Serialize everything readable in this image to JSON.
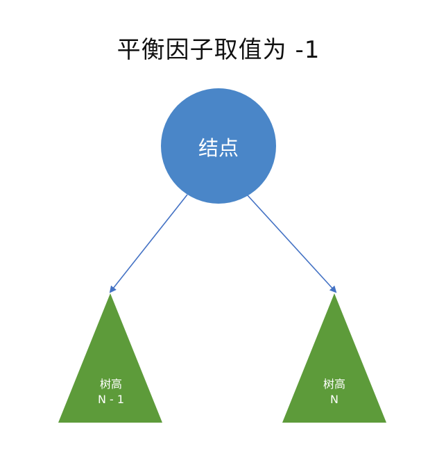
{
  "title": "平衡因子取值为 -1",
  "root": {
    "label": "结点"
  },
  "subtrees": {
    "left": {
      "line1": "树高",
      "line2": "N - 1"
    },
    "right": {
      "line1": "树高",
      "line2": "N"
    }
  },
  "colors": {
    "node_fill": "#4a86c8",
    "subtree_fill": "#5d9b3a",
    "edge": "#4472c4"
  }
}
